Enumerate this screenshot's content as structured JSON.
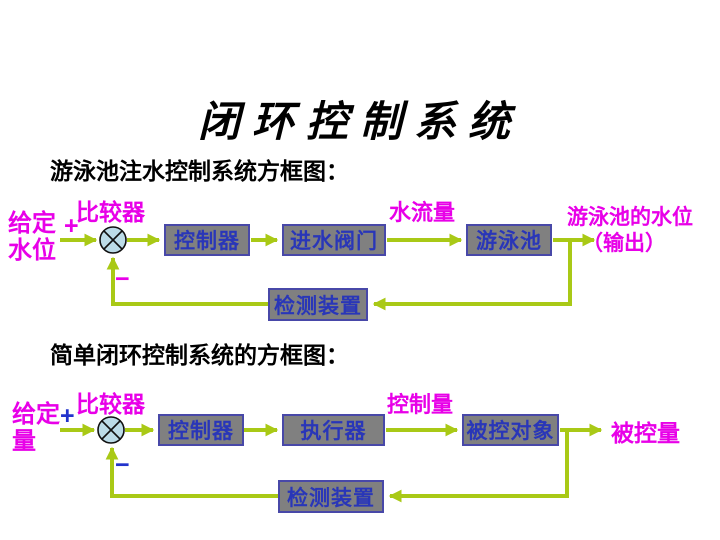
{
  "title": "闭环控制系统",
  "diagram1": {
    "heading": "游泳池注水控制系统方框图：",
    "input_label_line1": "给定",
    "input_label_line2": "水位",
    "plus_sign": "+",
    "minus_sign": "−",
    "comparator_label": "比较器",
    "controller_box": "控制器",
    "valve_box": "进水阀门",
    "flow_label": "水流量",
    "pool_box": "游泳池",
    "output_label_line1": "游泳池的水位",
    "output_label_line2": "（输出）",
    "detector_box": "检测装置"
  },
  "diagram2": {
    "heading": "简单闭环控制系统的方框图：",
    "input_label_line1": "给定",
    "input_label_line2": "量",
    "plus_sign": "+",
    "minus_sign": "−",
    "comparator_label": "比较器",
    "controller_box": "控制器",
    "actuator_box": "执行器",
    "control_label": "控制量",
    "plant_box": "被控对象",
    "output_label": "被控量",
    "detector_box": "检测装置"
  },
  "colors": {
    "arrow_green": "#a9c916",
    "label_magenta": "#e800e8",
    "sign_blue": "#2233cc",
    "box_fill": "#808080",
    "box_text_blue": "#2936b8",
    "box_border_blue": "#4848a8",
    "comparator_fill": "#bcdce8",
    "title_black": "#000000"
  }
}
